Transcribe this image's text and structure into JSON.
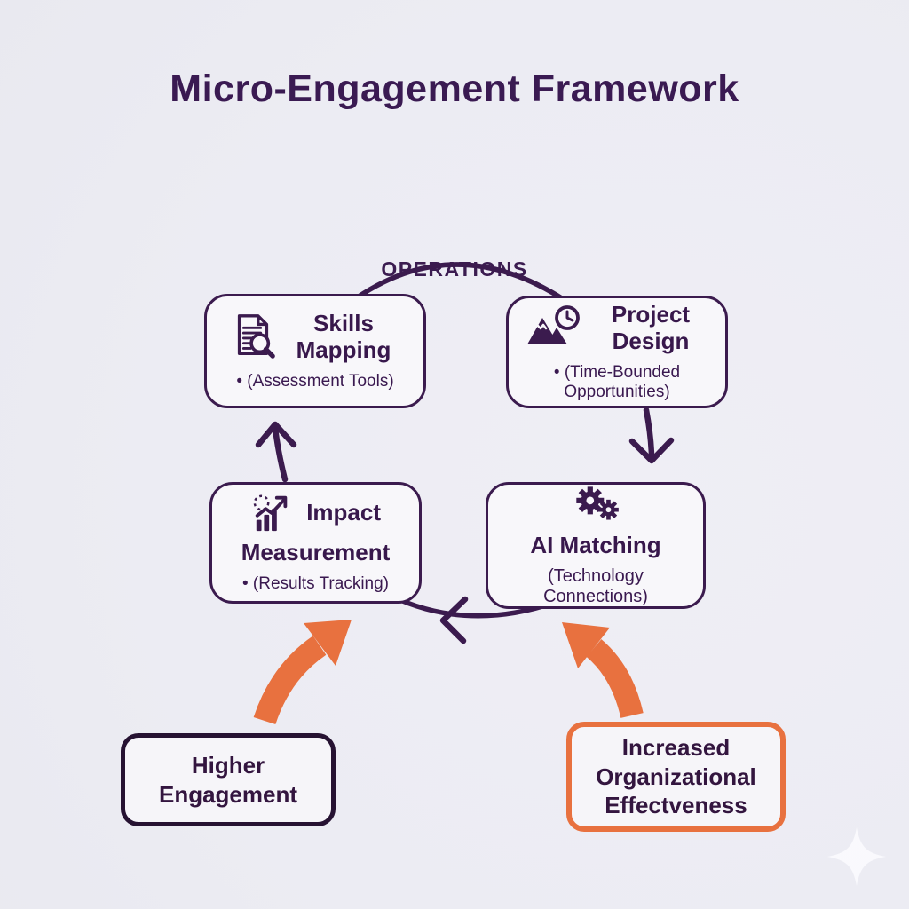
{
  "title": "Micro-Engagement Framework",
  "cycle_label": "OPERATIONS",
  "colors": {
    "background": "#EDEDF3",
    "purple": "#3B1B4E",
    "purple_text": "#3A1950",
    "orange": "#E8713F",
    "box_fill": "#F8F7FA",
    "dark_outcome_border": "#261232"
  },
  "nodes": {
    "skills": {
      "title": "Skills Mapping",
      "bullet": "• (Assessment Tools)",
      "icon": "document-search-icon"
    },
    "project": {
      "title": "Project Design",
      "bullet": "• (Time-Bounded Opportunities)",
      "icon": "mountains-clock-icon"
    },
    "impact": {
      "title": "Impact Measurement",
      "bullet": "• (Results Tracking)",
      "icon": "chart-growth-icon"
    },
    "ai": {
      "title": "AI Matching",
      "subtitle": "(Technology Connections)",
      "icon": "gears-icon"
    }
  },
  "outcomes": {
    "engagement": {
      "label": "Higher Engagement"
    },
    "effectiveness": {
      "label": "Increased Organizational Effectveness"
    }
  }
}
